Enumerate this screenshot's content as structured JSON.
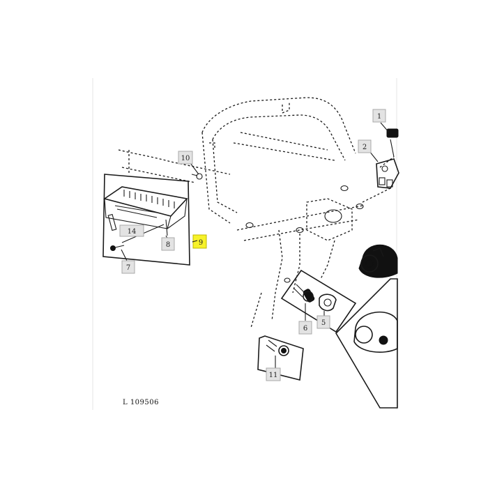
{
  "callouts": [
    {
      "id": "1",
      "label": "1"
    },
    {
      "id": "2",
      "label": "2"
    },
    {
      "id": "5",
      "label": "5"
    },
    {
      "id": "6",
      "label": "6"
    },
    {
      "id": "7",
      "label": "7"
    },
    {
      "id": "8",
      "label": "8"
    },
    {
      "id": "9",
      "label": "9",
      "highlighted": true
    },
    {
      "id": "10",
      "label": "10"
    },
    {
      "id": "11",
      "label": "11"
    },
    {
      "id": "14",
      "label": "14"
    }
  ],
  "figure_code": "L  109506",
  "colors": {
    "highlight": "#f7f22a",
    "callout_bg": "#e3e3e3",
    "ink": "#1a1a1a"
  }
}
